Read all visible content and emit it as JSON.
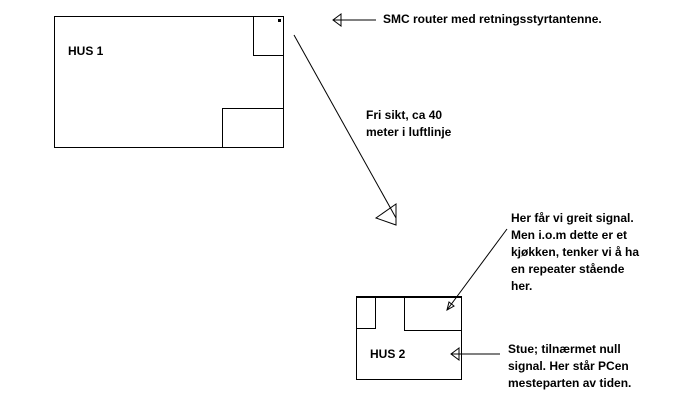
{
  "house1": {
    "label": "HUS 1"
  },
  "house2": {
    "label": "HUS 2"
  },
  "notes": {
    "router": "SMC router med retningsstyrtantenne.",
    "line_of_sight": [
      "Fri sikt, ca 40",
      "meter i luftlinje"
    ],
    "kitchen": [
      "Her får vi greit signal.",
      "Men i.o.m dette er et",
      "kjøkken, tenker vi å ha",
      "en repeater stående",
      "her."
    ],
    "living_room": [
      "Stue; tilnærmet null",
      "signal. Her står PCen",
      "mesteparten av tiden."
    ]
  },
  "colors": {
    "ink": "#000000",
    "background": "#ffffff"
  }
}
